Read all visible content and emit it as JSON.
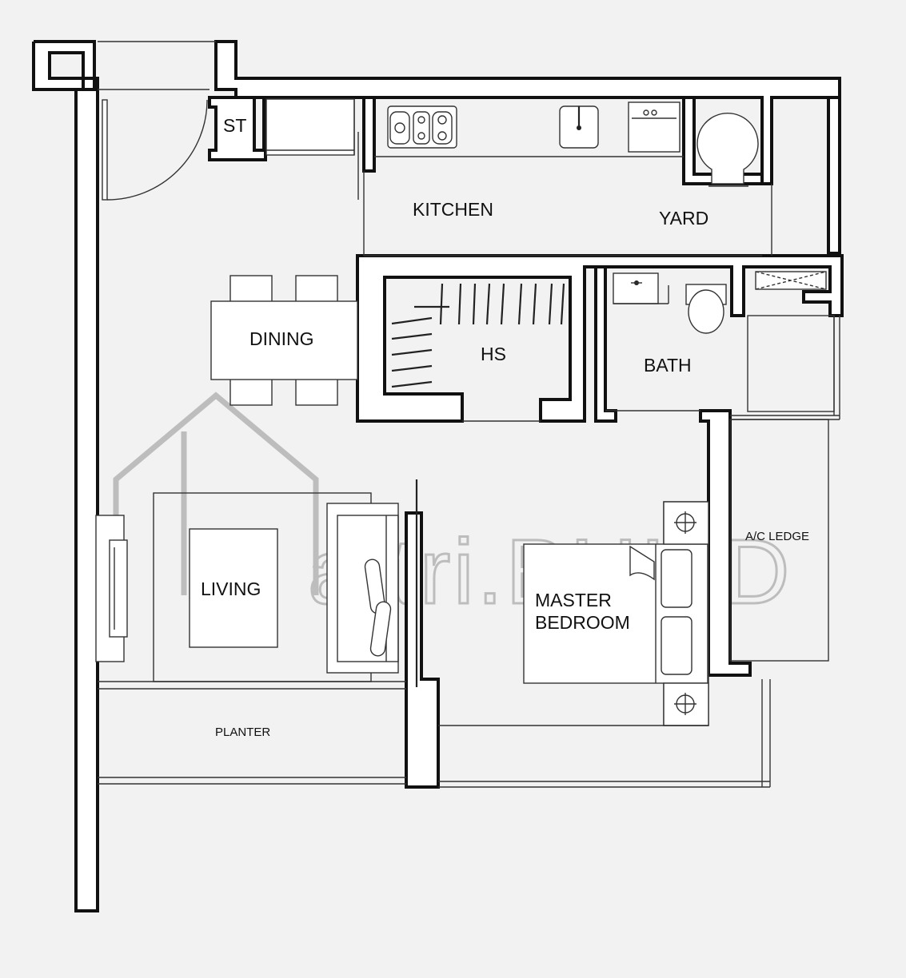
{
  "rooms": {
    "st": "ST",
    "kitchen": "KITCHEN",
    "yard": "YARD",
    "dining": "DINING",
    "hs": "HS",
    "bath": "BATH",
    "living": "LIVING",
    "master_bedroom_line1": "MASTER",
    "master_bedroom_line2": "BEDROOM",
    "ac_ledge": "A/C LEDGE",
    "planter": "PLANTER"
  },
  "watermark": {
    "text": "attri.BUILD",
    "color": "#bdbdbd"
  },
  "colors": {
    "background": "#f2f2f2",
    "wall_fill": "#ffffff",
    "line": "#111111"
  }
}
